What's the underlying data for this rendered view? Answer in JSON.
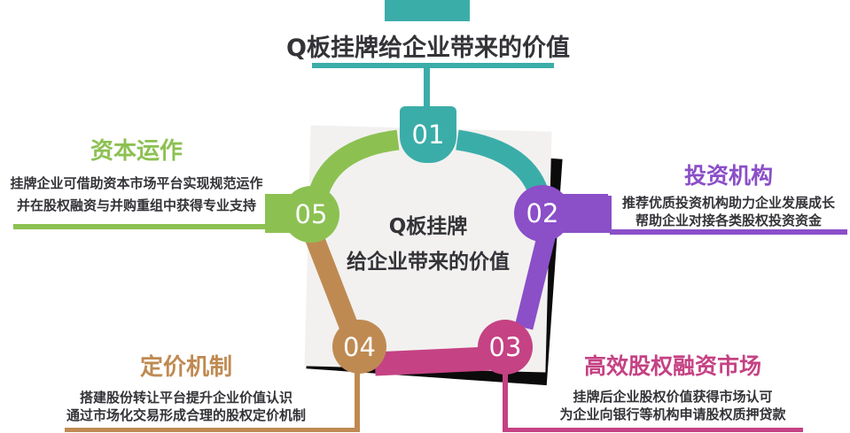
{
  "colors": {
    "teal": "#3BADA9",
    "green": "#8CC152",
    "purple": "#8B4FC8",
    "pink": "#C54284",
    "brown": "#BF8A52",
    "dark": "#333338",
    "backdrop-gray": "#F2F1EF",
    "shadow-black": "#0B0B0B"
  },
  "header": {
    "title": "Q板挂牌给企业带来的价值"
  },
  "center": {
    "line1": "Q板挂牌",
    "line2": "给企业带来的价值"
  },
  "nodes": [
    {
      "id": "01",
      "color": "teal"
    },
    {
      "id": "02",
      "color": "purple"
    },
    {
      "id": "03",
      "color": "pink"
    },
    {
      "id": "04",
      "color": "brown"
    },
    {
      "id": "05",
      "color": "green"
    }
  ],
  "labels": {
    "top_left": {
      "title": "资本运作",
      "body_line1": "挂牌企业可借助资本市场平台实现规范运作",
      "body_line2": "并在股权融资与并购重组中获得专业支持"
    },
    "right": {
      "title": "投资机构",
      "body_line1": "推荐优质投资机构助力企业发展成长",
      "body_line2": "帮助企业对接各类股权投资资金"
    },
    "bottom_left": {
      "title": "定价机制",
      "body_line1": "搭建股份转让平台提升企业价值认识",
      "body_line2": "通过市场化交易形成合理的股权定价机制"
    },
    "bottom_right": {
      "title": "高效股权融资市场",
      "body_line1": "挂牌后企业股权价值获得市场认可",
      "body_line2": "为企业向银行等机构申请股权质押贷款"
    }
  }
}
